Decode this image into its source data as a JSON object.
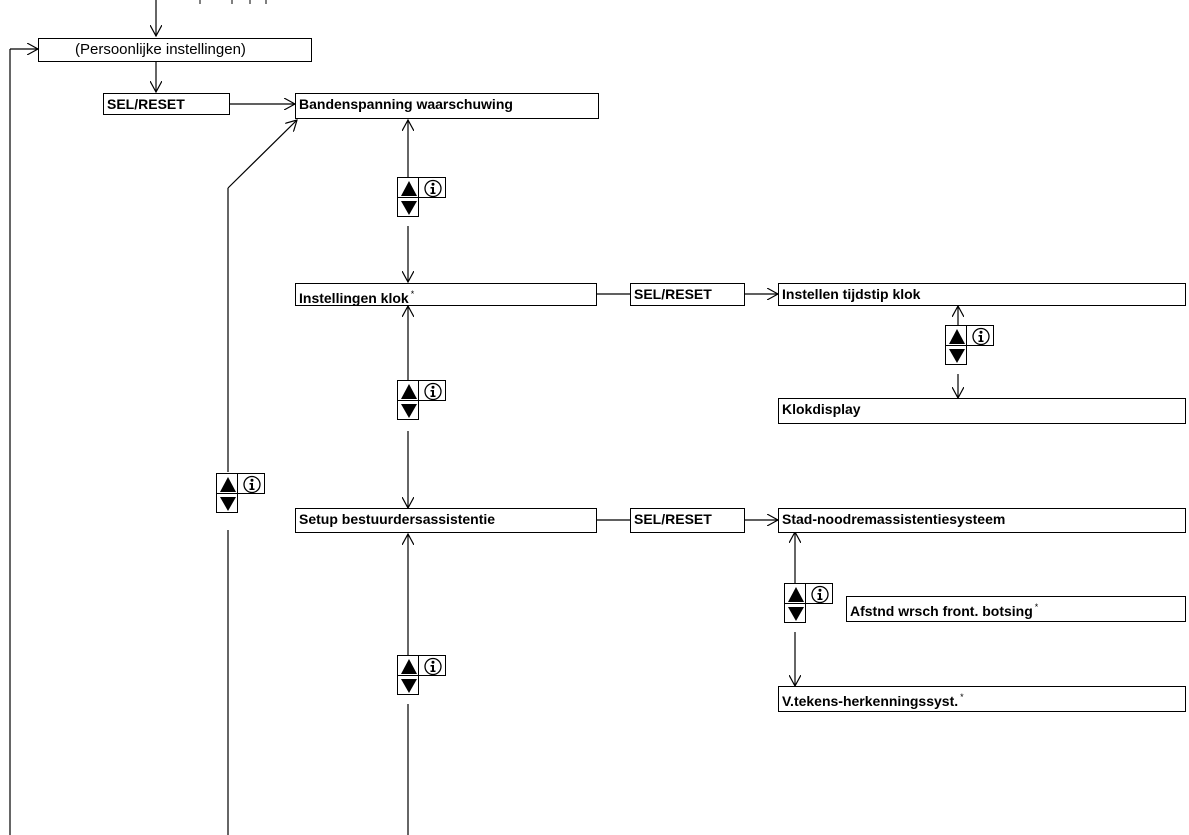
{
  "header": {
    "menu_label": "(Persoonlijke instellingen)",
    "menu_icon": "menu-settings-icon"
  },
  "buttons": {
    "sel_reset": "SEL/RESET"
  },
  "menu_items": {
    "tyre_pressure": "Bandenspanning waarschuwing",
    "clock_settings": "Instellingen klok",
    "driver_assist": "Setup bestuurdersassistentie"
  },
  "clock_submenu": {
    "set_time": "Instellen tijdstip klok",
    "clock_display": "Klokdisplay"
  },
  "assist_submenu": {
    "city_brake": "Stad-noodremassistentiesysteem",
    "collision_distance": "Afstnd wrsch front. botsing",
    "sign_recognition": "V.tekens-herkenningssyst."
  },
  "footnote_marker": "*",
  "nav_icons": {
    "up": "triangle-up-icon",
    "down": "triangle-down-icon",
    "info": "info-icon"
  }
}
